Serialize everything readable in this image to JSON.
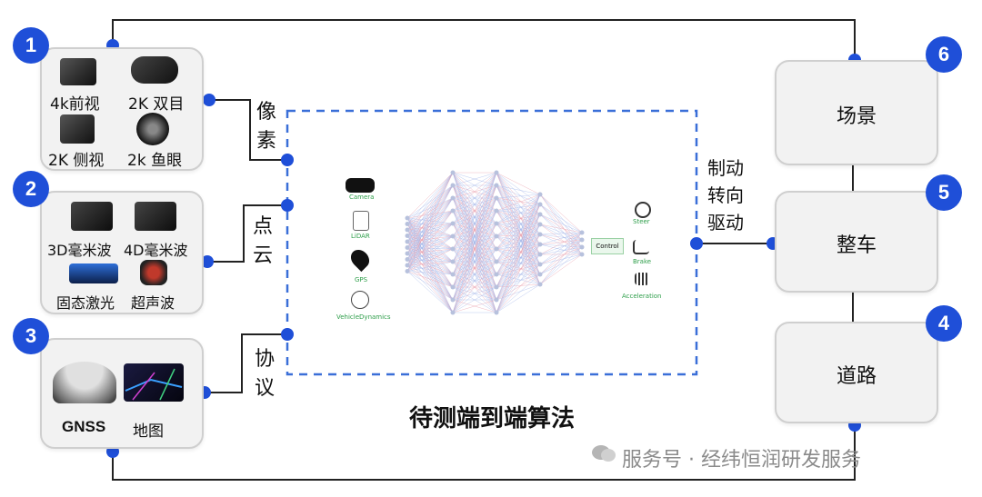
{
  "badges": [
    "1",
    "2",
    "3",
    "4",
    "5",
    "6"
  ],
  "group1": {
    "items": [
      "4k前视",
      "2K 双目",
      "2K 侧视",
      "2k 鱼眼"
    ]
  },
  "group2": {
    "items": [
      "3D毫米波",
      "4D毫米波",
      "固态激光",
      "超声波"
    ]
  },
  "group3": {
    "items": [
      "GNSS",
      "地图"
    ]
  },
  "links": {
    "pixel": "像素",
    "pointcloud": "点云",
    "protocol": "协议",
    "control": "制动\n转向\n驱动"
  },
  "center": {
    "caption": "待测端到端算法",
    "inputs": [
      "Camera",
      "LiDAR",
      "GPS",
      "VehicleDynamics"
    ],
    "control_label": "Control",
    "outputs": [
      "Steer",
      "Brake",
      "Acceleration"
    ]
  },
  "right": {
    "blocks": [
      "场景",
      "整车",
      "道路"
    ]
  },
  "watermark": "服务号 · 经纬恒润研发服务",
  "colors": {
    "accent": "#1f4fd8",
    "card_bg": "#f2f2f2",
    "dashed": "#3a6fd8"
  }
}
